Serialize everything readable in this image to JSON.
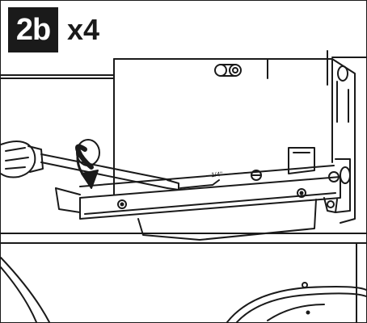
{
  "step": {
    "label": "2b",
    "count": "x4"
  },
  "illustration": {
    "strap_label": "— — 1/4\" — — —",
    "colors": {
      "line": "#1a1a1a",
      "background": "#ffffff",
      "badge": "#1a1a1a",
      "badge_text": "#ffffff"
    }
  }
}
